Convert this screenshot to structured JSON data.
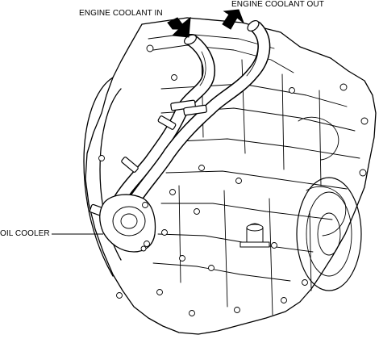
{
  "labels": {
    "engine_coolant_in": "ENGINE COOLANT IN",
    "engine_coolant_out": "ENGINE COOLANT OUT",
    "oil_cooler": "OIL COOLER"
  },
  "colors": {
    "line": "#000000",
    "background": "#ffffff"
  }
}
